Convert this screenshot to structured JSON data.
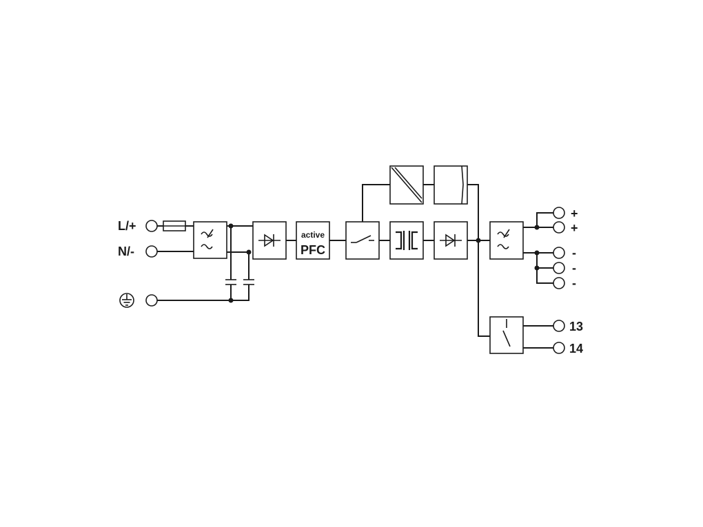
{
  "inputs": {
    "line_label": "L/+",
    "neutral_label": "N/-"
  },
  "pfc": {
    "line1": "active",
    "line2": "PFC"
  },
  "outputs": {
    "plus_1": "+",
    "plus_2": "+",
    "minus_1": "-",
    "minus_2": "-",
    "minus_3": "-"
  },
  "relay": {
    "contact_13": "13",
    "contact_14": "14"
  }
}
